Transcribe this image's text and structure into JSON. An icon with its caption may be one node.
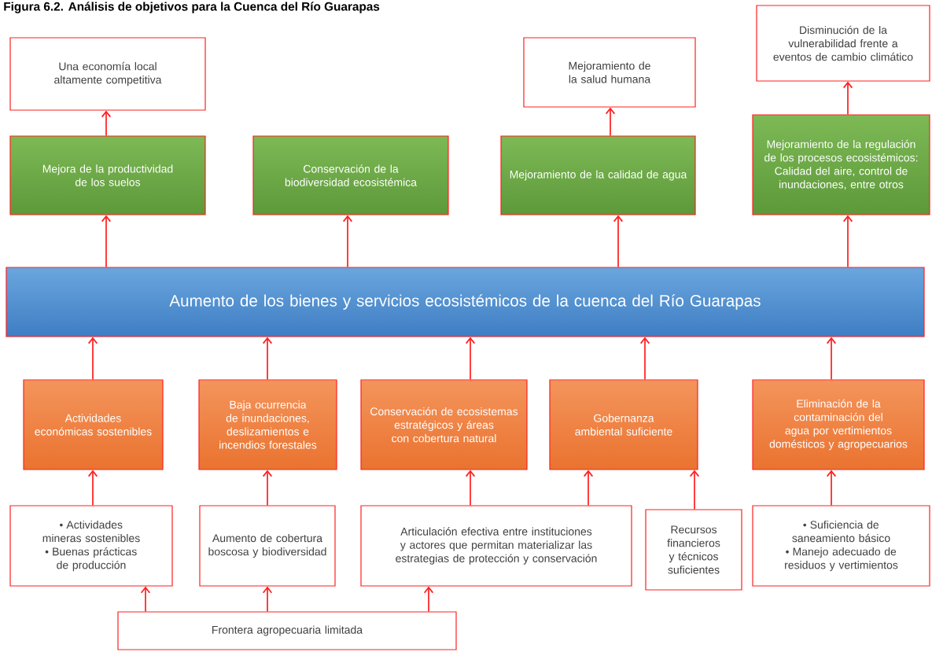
{
  "diagram": {
    "title": "Figura 6.2. Análisis de objetivos para la Cuenca del Río Guarapas",
    "nodes": [
      {
        "text": [
          "Una economía local altamente competitiva"
        ]
      },
      {
        "text": [
          "Mejoramiento de la salud humana"
        ]
      },
      {
        "text": [
          "Disminución de la vulnerabilidad frente a eventos de cambio climático"
        ]
      },
      {
        "text": [
          "Mejora de la productividad de los suelos"
        ]
      },
      {
        "text": [
          "Conservación de la biodiversidad ecosistémica"
        ]
      },
      {
        "text": [
          "Mejoramiento de la calidad de agua"
        ]
      },
      {
        "text": [
          "Mejoramiento de la regulación de los procesos ecosistémicos: Calidad del aire, control de inundaciones, entre otros"
        ]
      },
      {
        "text": [
          "Aumento de los bienes y servicios ecosistémicos de la cuenca del Río Guarapas"
        ]
      },
      {
        "text": [
          "Actividades económicas sostenibles"
        ]
      },
      {
        "text": [
          "Baja ocurrencia de inundaciones, deslizamientos e incendios forestales"
        ]
      },
      {
        "text": [
          "Conservación de ecosistemas estratégicos y áreas con cobertura natural"
        ]
      },
      {
        "text": [
          "Gobernanza ambiental suficiente"
        ]
      },
      {
        "text": [
          "Eliminación de la contaminación del agua por vertimientos domésticos y agropecuarios"
        ]
      },
      {
        "text": [
          "Actividades mineras sostenibles",
          "Buenas prácticas de producción"
        ]
      },
      {
        "text": [
          "Aumento de cobertura boscosa y biodiversidad"
        ]
      },
      {
        "text": [
          "Articulación efectiva entre instituciones y actores que permitan materializar las estrategias de protección y conservación"
        ]
      },
      {
        "text": [
          "Recursos financieros y técnicos suficientes"
        ]
      },
      {
        "text": [
          "Suficiencia de saneamiento básico",
          "Manejo adecuado de residuos y vertimientos"
        ]
      },
      {
        "text": [
          "Frontera agropecuaria limitada"
        ]
      }
    ],
    "edges": [
      {
        "from": 3,
        "to": 0,
        "arrow": "to"
      },
      {
        "from": 5,
        "to": 1,
        "arrow": "to"
      },
      {
        "from": 6,
        "to": 2,
        "arrow": "to"
      },
      {
        "from": 7,
        "to": 3,
        "arrow": "to"
      },
      {
        "from": 7,
        "to": 4,
        "arrow": "to"
      },
      {
        "from": 7,
        "to": 5,
        "arrow": "to"
      },
      {
        "from": 7,
        "to": 6,
        "arrow": "to"
      },
      {
        "from": 8,
        "to": 7,
        "arrow": "to"
      },
      {
        "from": 9,
        "to": 7,
        "arrow": "to"
      },
      {
        "from": 10,
        "to": 7,
        "arrow": "to"
      },
      {
        "from": 11,
        "to": 7,
        "arrow": "to"
      },
      {
        "from": 12,
        "to": 7,
        "arrow": "to"
      },
      {
        "from": 13,
        "to": 8,
        "arrow": "to"
      },
      {
        "from": 14,
        "to": 9,
        "arrow": "to"
      },
      {
        "from": 15,
        "to": 10,
        "arrow": "to"
      },
      {
        "from": 15,
        "to": 11,
        "arrow": "to"
      },
      {
        "from": 16,
        "to": 11,
        "arrow": "to"
      },
      {
        "from": 17,
        "to": 12,
        "arrow": "to"
      },
      {
        "from": 18,
        "to": 13,
        "arrow": "to"
      },
      {
        "from": 18,
        "to": 14,
        "arrow": "to"
      },
      {
        "from": 18,
        "to": 15,
        "arrow": "to"
      }
    ]
  }
}
